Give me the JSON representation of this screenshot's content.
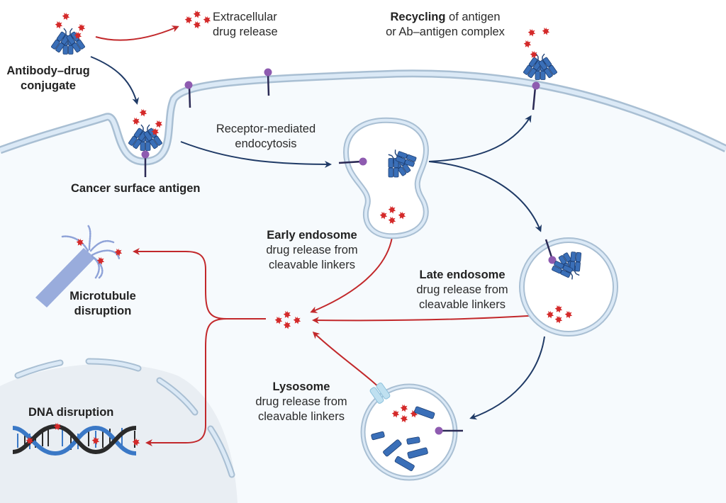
{
  "colors": {
    "membrane_outer": "#a9bfd3",
    "membrane_inner": "#dbe9f6",
    "cytoplasm": "#f6fafd",
    "nucleus": "#e9eef3",
    "antibody": "#3a6fb8",
    "antibody_dark": "#1d3f74",
    "drug": "#d42a2a",
    "antigen_head": "#8e5bb0",
    "antigen_stem": "#2b2a55",
    "arrow_blue": "#1f3a66",
    "arrow_red": "#c2282b",
    "dna_blue": "#3a78c6",
    "dna_black": "#2a2a2a",
    "microtubule": "#8fa3d8",
    "channel": "#bfe0f0"
  },
  "labels": {
    "adc_line1": "Antibody–drug",
    "adc_line2": "conjugate",
    "extracellular_line1": "Extracellular",
    "extracellular_line2": "drug release",
    "recycling_bold": "Recycling",
    "recycling_rest": " of antigen",
    "recycling_line2": "or Ab–antigen complex",
    "rme_line1": "Receptor-mediated",
    "rme_line2": "endocytosis",
    "cancer_antigen": "Cancer surface antigen",
    "early_title": "Early endosome",
    "early_line2": "drug release from",
    "early_line3": "cleavable linkers",
    "late_title": "Late endosome",
    "late_line2": "drug release from",
    "late_line3": "cleavable linkers",
    "lysosome_title": "Lysosome",
    "lysosome_line2": "drug release from",
    "lysosome_line3": "cleavable linkers",
    "microtubule_line1": "Microtubule",
    "microtubule_line2": "disruption",
    "dna": "DNA disruption"
  },
  "icons": [
    "antibody-drug-conjugate-icon",
    "drug-payload-icon",
    "surface-antigen-icon",
    "early-endosome-icon",
    "late-endosome-icon",
    "lysosome-icon",
    "microtubule-icon",
    "dna-helix-icon",
    "nucleus-icon",
    "transport-channel-icon"
  ]
}
